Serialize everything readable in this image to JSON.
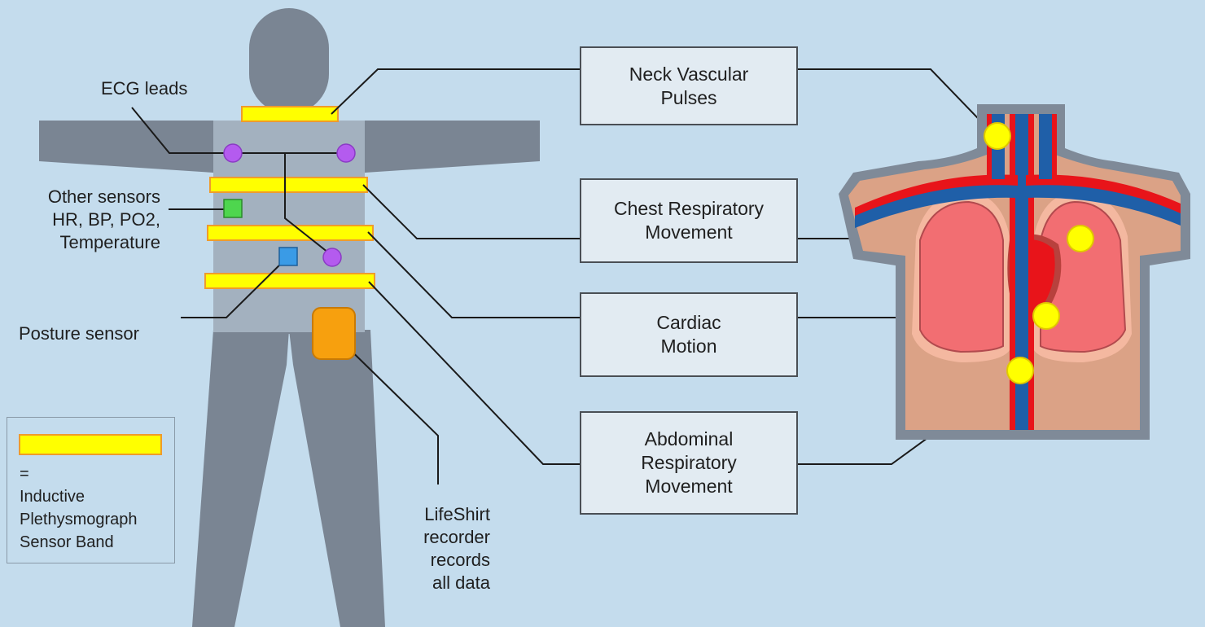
{
  "labels": {
    "ecg_leads": "ECG leads",
    "other_sensors": [
      "Other sensors",
      "HR, BP, PO2,",
      "Temperature"
    ],
    "posture_sensor": "Posture sensor",
    "lifeshirt": [
      "LifeShirt",
      "recorder",
      "records",
      "all data"
    ]
  },
  "boxes": {
    "neck": [
      "Neck Vascular",
      "Pulses"
    ],
    "chest": [
      "Chest Respiratory",
      "Movement"
    ],
    "cardiac": [
      "Cardiac",
      "Motion"
    ],
    "abdominal": [
      "Abdominal",
      "Respiratory",
      "Movement"
    ]
  },
  "legend": {
    "lines": [
      "=",
      "Inductive",
      "Plethysmograph",
      "Sensor Band"
    ]
  },
  "colors": {
    "background": "#c4dced",
    "body": "#7a8593",
    "shirt": "#a3b1bf",
    "band": "#ffff00",
    "band_border": "#ef9b2c",
    "ecg_electrode": "#b45bef",
    "other_sensor": "#4ed64e",
    "posture_sensor": "#3a9be6",
    "recorder": "#f7a00e",
    "skin": "#dba286",
    "lung": "#f26e72",
    "vein": "#1f5fa8",
    "artery": "#e8141a",
    "marker": "#ffff00"
  }
}
